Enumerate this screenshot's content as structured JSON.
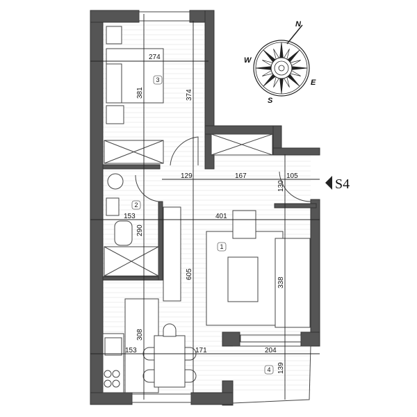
{
  "compass": {
    "north": "N",
    "west": "W",
    "east": "E",
    "south": "S"
  },
  "section_marker": "S4",
  "rooms": [
    {
      "id": "1",
      "tag": "1"
    },
    {
      "id": "2",
      "tag": "2"
    },
    {
      "id": "3",
      "tag": "3"
    },
    {
      "id": "4",
      "tag": "4"
    }
  ],
  "dimensions": {
    "bedroom_width": "274",
    "bedroom_height_inner": "381",
    "bedroom_height_outer": "374",
    "hall_a": "129",
    "hall_b": "167",
    "hall_c": "105",
    "hall_depth": "130",
    "bath_width": "153",
    "bath_height": "290",
    "living_width": "401",
    "living_height": "605",
    "sofa_length": "338",
    "kitchen_height": "308",
    "kitchen_width": "153",
    "dining_width": "171",
    "balcony_width": "204",
    "balcony_depth": "139"
  },
  "colors": {
    "wall": "#555555",
    "line": "#444444"
  }
}
